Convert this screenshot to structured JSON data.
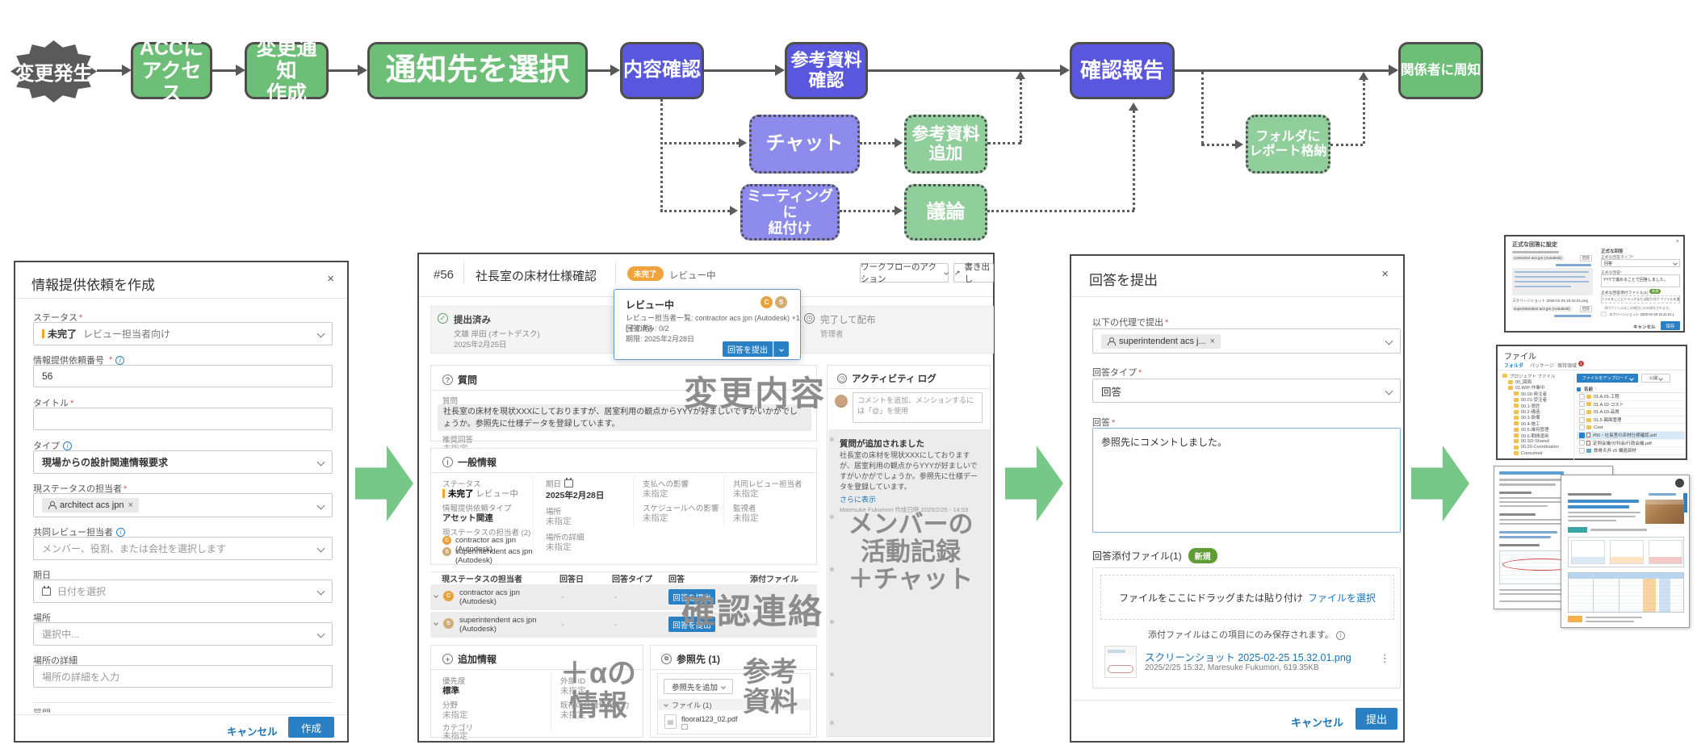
{
  "colors": {
    "accent_blue": "#2a80c4",
    "link_blue": "#1a73b7",
    "node_green": "#6dbf77",
    "node_blue": "#5857dd",
    "node_light_purple": "#8d8cec",
    "node_light_green": "#90ce9c",
    "arrow_green": "#77c788",
    "badge_orange": "#f0a23c",
    "badge_new_green": "#5f9c34",
    "watermark_gray": "#8c8c8c"
  },
  "flow": {
    "start": "変更発生",
    "n1": "ACCに\nアクセス",
    "n2": "変更通知\n作成",
    "n3": "通知先を選択",
    "n4": "内容確認",
    "n5": "参考資料\n確認",
    "n6": "確認報告",
    "n7": "関係者に周知",
    "s_chat": "チャット",
    "s_refadd": "参考資料\n追加",
    "s_meeting": "ミーティングに\n紐付け",
    "s_discuss": "議論",
    "s_folder": "フォルダに\nレポート格納"
  },
  "create": {
    "title": "情報提供依頼を作成",
    "req": "*",
    "status_label": "ステータス",
    "status_value": "未完了",
    "status_suffix": "レビュー担当者向け",
    "number_label": "情報提供依頼番号",
    "number_value": "56",
    "title_label": "タイトル",
    "type_label": "タイプ",
    "type_value": "現場からの設計関連情報要求",
    "assignee_label": "現ステータスの担当者",
    "assignee_chip": "architect acs jpn",
    "coreviewer_label": "共同レビュー担当者",
    "coreviewer_placeholder": "メンバー、役割、または会社を選択します",
    "due_label": "期日",
    "due_placeholder": "日付を選択",
    "location_label": "場所",
    "location_placeholder": "選択中...",
    "locdetail_label": "場所の詳細",
    "locdetail_placeholder": "場所の詳細を入力",
    "clipped_label": "質問",
    "cancel": "キャンセル",
    "create_btn": "作成"
  },
  "detail": {
    "id": "#56",
    "title": "社長室の床材仕様確認",
    "badge": "未完了",
    "status": "レビュー中",
    "workflow_btn": "ワークフローのアクション",
    "export_btn": "書き出し",
    "submitted": {
      "title": "提出済み",
      "by": "文雄 岸田 (オートデスク)",
      "date": "2025年2月25日"
    },
    "closed": {
      "title": "完了して配布",
      "by": "管理者"
    },
    "card": {
      "title": "レビュー中",
      "av1": "C",
      "av2": "S",
      "reviewers": "レビュー担当者一覧: contractor acs jpn (Autodesk) +1 (その他)",
      "answered": "回答済み: 0/2",
      "due": "期限: 2025年2月28日",
      "submit_btn": "回答を提出"
    },
    "question": {
      "header": "質問",
      "label": "質問",
      "text": "社長室の床材を現状XXXにしておりますが、居室利用の観点からYYYが好ましいですがいかがでしょうか。参照先に仕様データを登録しています。",
      "rec_label": "推奨回答",
      "unset": "未指定"
    },
    "general": {
      "header": "一般情報",
      "status_label": "ステータス",
      "status_value": "未完了",
      "status_suffix": "レビュー中",
      "type_label": "情報提供依頼タイプ",
      "type_value": "アセット関連",
      "mgr_label": "現ステータスの担当者 (2)",
      "mgr1": "contractor acs jpn (Autodesk)",
      "mgr2": "superintendent acs jpn (Autodesk)",
      "av1": "C",
      "av2": "S",
      "due_label": "期日",
      "due_value": "2025年2月28日",
      "loc_label": "場所",
      "locd_label": "場所の詳細",
      "pay_label": "支払への影響",
      "sched_label": "スケジュールへの影響",
      "cor_label": "共同レビュー担当者",
      "watch_label": "監視者",
      "unset": "未指定"
    },
    "table": {
      "h1": "現ステータスの担当者",
      "h2": "回答日",
      "h3": "回答タイプ",
      "h4": "回答",
      "h5": "添付ファイル",
      "r1": "contractor acs jpn (Autodesk)",
      "r1_av": "C",
      "r2": "superintendent acs jpn (Autodesk)",
      "r2_av": "S",
      "dash": "-",
      "submit_btn": "回答を提出"
    },
    "additional": {
      "header": "追加情報",
      "l1": "優先度",
      "v1": "標準",
      "l2": "分野",
      "l3": "カテゴリ",
      "l4": "外部 ID",
      "l5": "既存の仕様情報入力",
      "unset": "未指定"
    },
    "refs": {
      "header": "参照先 (1)",
      "add_btn": "参照先を追加",
      "group": "ファイル (1)",
      "file": "flooral123_02.pdf"
    },
    "activity": {
      "header": "アクティビティ ログ",
      "placeholder": "コメントを追加、メンションするには「@」を使用",
      "entry_title": "質問が追加されました",
      "entry_body": "社長室の床材を現状XXXにしておりますが、居室利用の観点からYYYが好ましいですがいかがでしょうか。参照先に仕様データを登録しています。",
      "more": "さらに表示",
      "meta": "Maresuke Fukumori 作成日時 2025/2/25 - 14:53"
    },
    "wm": {
      "change": "変更内容",
      "confirm": "確認連絡",
      "alpha": "＋αの\n情報",
      "ref": "参考\n資料",
      "activity": "メンバーの\n活動記録\n＋チャット"
    }
  },
  "submit": {
    "title": "回答を提出",
    "req": "*",
    "behalf_label": "以下の代理で提出",
    "behalf_chip": "superintendent acs j...",
    "type_label": "回答タイプ",
    "type_value": "回答",
    "answer_label": "回答",
    "answer_value": "参照先にコメントしました。",
    "attach_label": "回答添付ファイル(1)",
    "badge_new": "新規",
    "drop_text": "ファイルをここにドラッグまたは貼り付け",
    "drop_link": "ファイルを選択",
    "note": "添付ファイルはこの項目にのみ保存されます。",
    "file_name": "スクリーンショット 2025-02-25 15.32.01.png",
    "file_meta": "2025/2/25 15:32, Maresuke Fukumori, 619.35KB",
    "cancel": "キャンセル",
    "submit_btn": "提出"
  },
  "official": {
    "title": "正式な回答に設定",
    "chip1": "contractor acs jpn (Autodesk)",
    "chip2": "superintendent acs jpn (Autodesk)",
    "tag": "回答",
    "file_link": "スクリーンショット 2025-02-25 15.32.01.png",
    "right_header": "正式な回答",
    "type_label": "正式な回答タイプ*",
    "type_value": "回答",
    "answer_label": "正式な回答*",
    "answer_value": "YYYで進めることで回答しました。",
    "attach_label": "正式な回答添付ファイル(1)",
    "badge_new": "新規",
    "drop_text": "ファイルをここにドラッグまたは貼り付け ファイルを選択",
    "note": "添付ファイルはこの項目にのみ保存されます。",
    "cancel": "キャンセル",
    "save_btn": "保存"
  },
  "files": {
    "title": "ファイル",
    "tab1": "フォルダ",
    "tab2": "パッケージ",
    "tab3": "保持領域",
    "tab3_badge": "1",
    "upload_btn": "ファイルをアップロード",
    "publish_btn": "公開",
    "name_col": "名前",
    "tree": [
      {
        "icon": "folder-icon",
        "label": "プロジェクト ファイル",
        "pad": 0
      },
      {
        "icon": "folder-icon",
        "label": "00_図面",
        "pad": 7
      },
      {
        "icon": "folder-icon",
        "label": "01.WIP-作業中",
        "pad": 7
      },
      {
        "icon": "folder-icon",
        "label": "00.00-発注者",
        "pad": 14
      },
      {
        "icon": "folder-icon",
        "label": "00.01-受注者",
        "pad": 14
      },
      {
        "icon": "folder-icon",
        "label": "00.1-意匠",
        "pad": 14
      },
      {
        "icon": "folder-icon",
        "label": "00.2-構造",
        "pad": 14
      },
      {
        "icon": "folder-icon",
        "label": "00.3-設備",
        "pad": 14
      },
      {
        "icon": "folder-icon",
        "label": "00.4-施工",
        "pad": 14
      },
      {
        "icon": "folder-icon",
        "label": "00.5-維持管理",
        "pad": 14
      },
      {
        "icon": "folder-icon",
        "label": "00.6-期間運用",
        "pad": 14
      },
      {
        "icon": "folder-icon",
        "label": "00.SD-Shared",
        "pad": 14
      },
      {
        "icon": "folder-icon",
        "label": "00.20-Coordination",
        "pad": 14
      },
      {
        "icon": "folder-icon",
        "label": "Consumed",
        "pad": 14
      }
    ],
    "rows": [
      {
        "icon": "folder-icon",
        "label": "01.A.01-工程"
      },
      {
        "icon": "folder-icon",
        "label": "01.A.02-コスト"
      },
      {
        "icon": "folder-icon",
        "label": "01.A.03-品質"
      },
      {
        "icon": "folder-icon",
        "label": "01.5-図面管理"
      },
      {
        "icon": "folder-icon",
        "label": "Cost"
      },
      {
        "icon": "pdf-icon",
        "label": "#56・社長室の床材仕様確認.pdf",
        "cls": "sel-row"
      },
      {
        "icon": "pdf-icon",
        "label": "定例会議/分科会/行政会議.pdf"
      },
      {
        "icon": "image-icon",
        "label": "鉄骨天井 v5 構造部材"
      }
    ]
  }
}
